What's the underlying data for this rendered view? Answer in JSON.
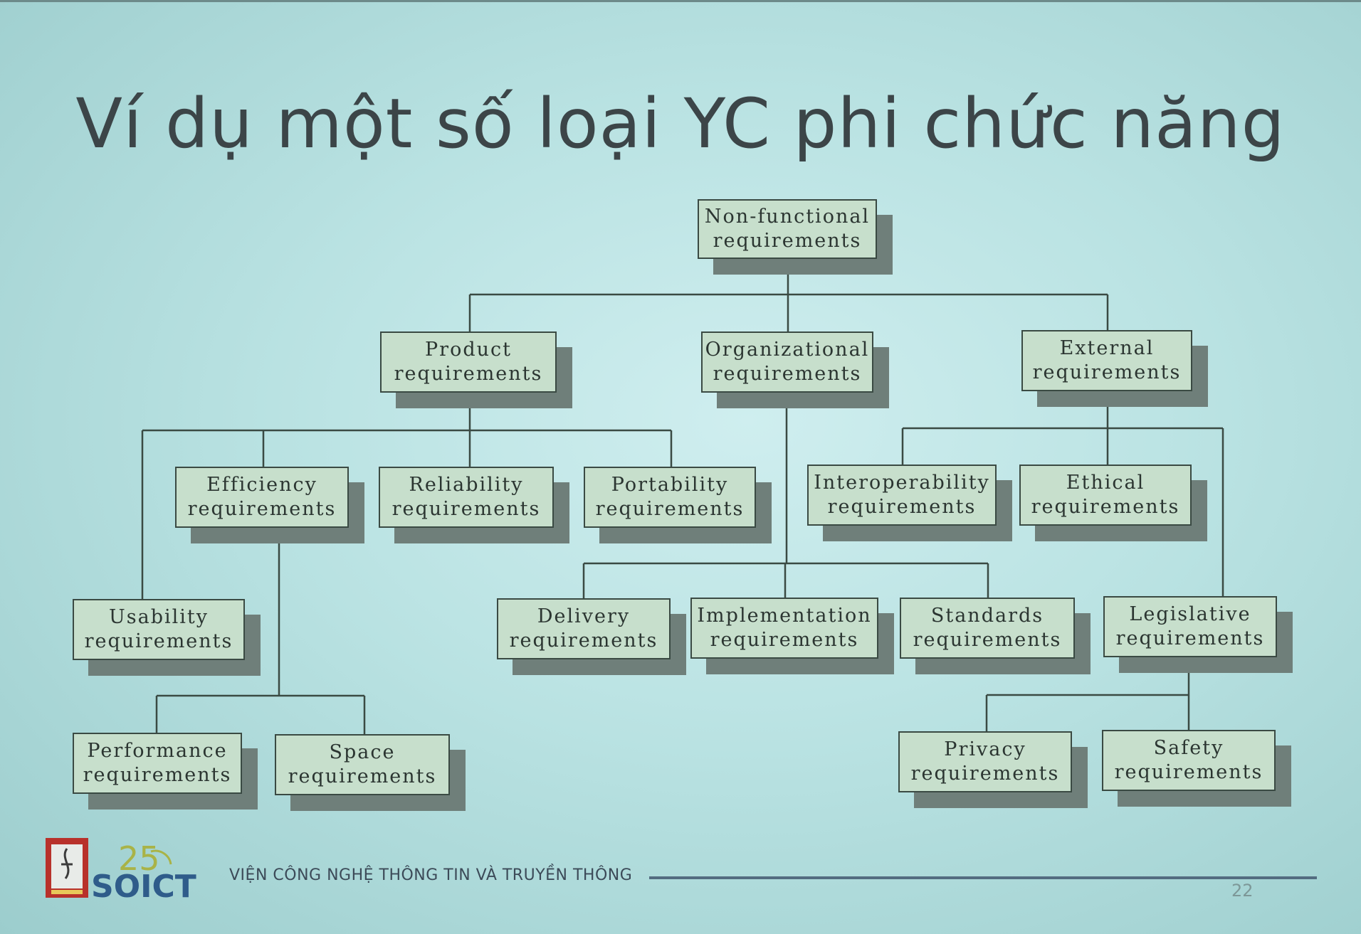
{
  "title": "Ví dụ một số loại YC phi chức năng",
  "colors": {
    "background": "#b9e2e2",
    "node_fill": "#c7dfcc",
    "node_border": "#3a4a43",
    "node_shadow": "#6f7f7a",
    "connector": "#3a4a43",
    "title_text": "#3c4548",
    "footer_text": "#3c4a58",
    "logo_red": "#b8312b",
    "logo_green": "#a9b347"
  },
  "diagram": {
    "nodes": {
      "non_functional": {
        "line1": "Non-functional",
        "line2": "requirements"
      },
      "product": {
        "line1": "Product",
        "line2": "requirements"
      },
      "organizational": {
        "line1": "Organizational",
        "line2": "requirements"
      },
      "external": {
        "line1": "External",
        "line2": "requirements"
      },
      "efficiency": {
        "line1": "Efficiency",
        "line2": "requirements"
      },
      "reliability": {
        "line1": "Reliability",
        "line2": "requirements"
      },
      "portability": {
        "line1": "Portability",
        "line2": "requirements"
      },
      "interoperability": {
        "line1": "Interoperability",
        "line2": "requirements"
      },
      "ethical": {
        "line1": "Ethical",
        "line2": "requirements"
      },
      "usability": {
        "line1": "Usability",
        "line2": "requirements"
      },
      "delivery": {
        "line1": "Delivery",
        "line2": "requirements"
      },
      "implementation": {
        "line1": "Implementation",
        "line2": "requirements"
      },
      "standards": {
        "line1": "Standards",
        "line2": "requirements"
      },
      "legislative": {
        "line1": "Legislative",
        "line2": "requirements"
      },
      "performance": {
        "line1": "Performance",
        "line2": "requirements"
      },
      "space": {
        "line1": "Space",
        "line2": "requirements"
      },
      "privacy": {
        "line1": "Privacy",
        "line2": "requirements"
      },
      "safety": {
        "line1": "Safety",
        "line2": "requirements"
      }
    }
  },
  "footer": {
    "logo_text": "SOICT",
    "logo_number": "25",
    "org_name": "VIỆN CÔNG NGHỆ THÔNG TIN VÀ TRUYỀN THÔNG",
    "page_number": "22"
  }
}
